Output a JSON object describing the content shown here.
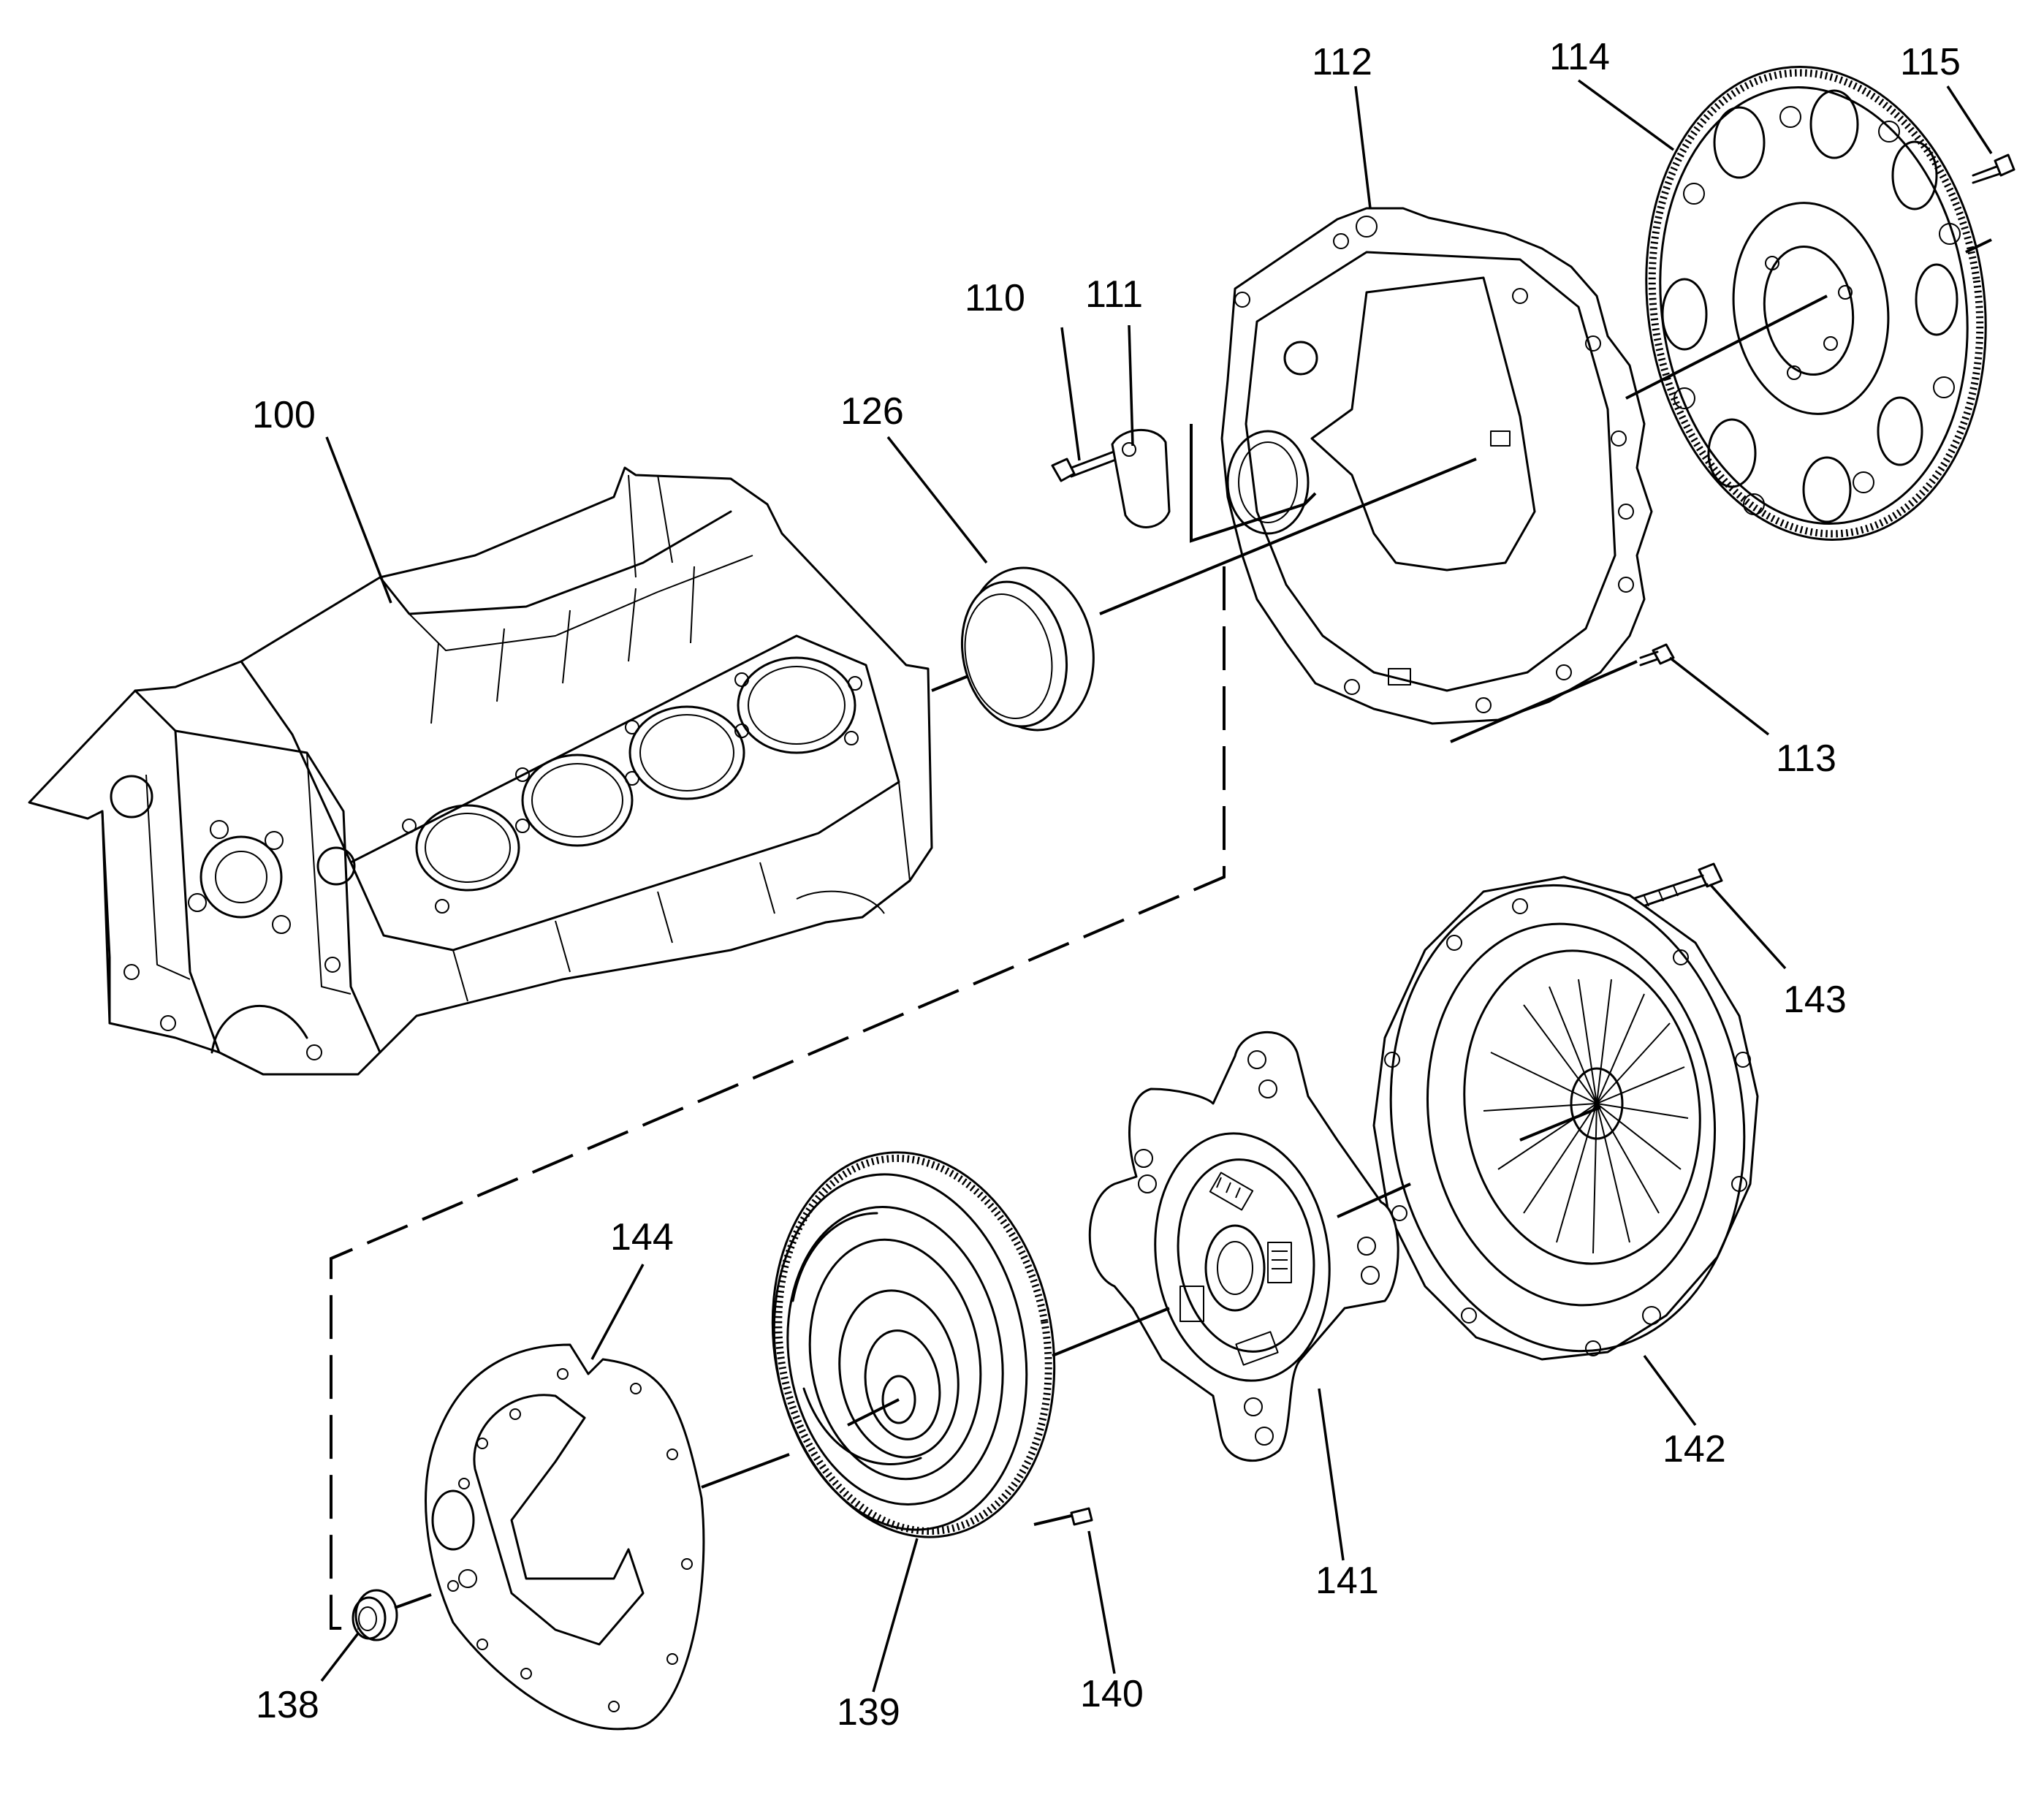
{
  "diagram": {
    "callouts": [
      {
        "id": "100",
        "label": "100"
      },
      {
        "id": "110",
        "label": "110"
      },
      {
        "id": "111",
        "label": "111"
      },
      {
        "id": "112",
        "label": "112"
      },
      {
        "id": "113",
        "label": "113"
      },
      {
        "id": "114",
        "label": "114"
      },
      {
        "id": "115",
        "label": "115"
      },
      {
        "id": "126",
        "label": "126"
      },
      {
        "id": "138",
        "label": "138"
      },
      {
        "id": "139",
        "label": "139"
      },
      {
        "id": "140",
        "label": "140"
      },
      {
        "id": "141",
        "label": "141"
      },
      {
        "id": "142",
        "label": "142"
      },
      {
        "id": "143",
        "label": "143"
      },
      {
        "id": "144",
        "label": "144"
      }
    ]
  }
}
